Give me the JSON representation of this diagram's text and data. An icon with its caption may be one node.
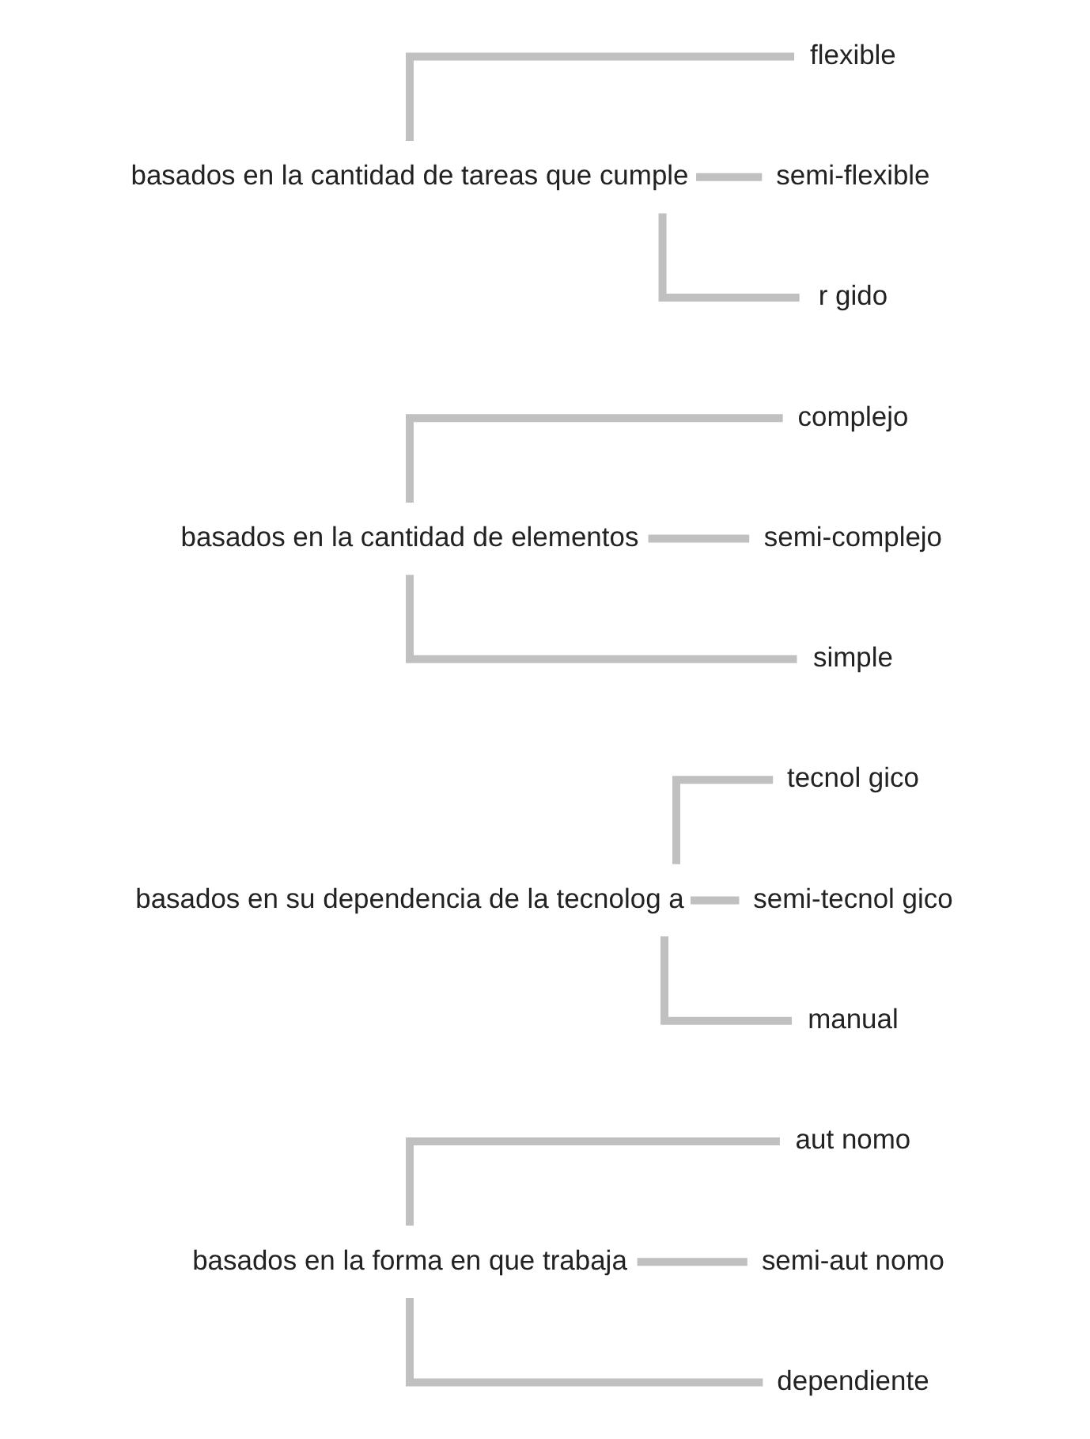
{
  "diagram": {
    "nodes": [
      {
        "text": [
          "basados en la forma en que trabaja"
        ]
      },
      {
        "text": [
          "aut nomo"
        ]
      },
      {
        "text": [
          "semi-aut nomo"
        ]
      },
      {
        "text": [
          "dependiente"
        ]
      },
      {
        "text": [
          "basados en su dependencia de la tecnolog a"
        ]
      },
      {
        "text": [
          "tecnol gico"
        ]
      },
      {
        "text": [
          "semi-tecnol gico"
        ]
      },
      {
        "text": [
          "manual"
        ]
      },
      {
        "text": [
          "basados en la cantidad de elementos"
        ]
      },
      {
        "text": [
          "complejo"
        ]
      },
      {
        "text": [
          "semi-complejo"
        ]
      },
      {
        "text": [
          "simple"
        ]
      },
      {
        "text": [
          "basados en la cantidad de tareas que cumple"
        ]
      },
      {
        "text": [
          "flexible"
        ]
      },
      {
        "text": [
          "semi-flexible"
        ]
      },
      {
        "text": [
          "r gido"
        ]
      }
    ],
    "edges": [
      {
        "from": 0,
        "to": 1,
        "arrow": "none"
      },
      {
        "from": 0,
        "to": 2,
        "arrow": "none"
      },
      {
        "from": 0,
        "to": 3,
        "arrow": "none"
      },
      {
        "from": 4,
        "to": 5,
        "arrow": "none"
      },
      {
        "from": 4,
        "to": 6,
        "arrow": "none"
      },
      {
        "from": 4,
        "to": 7,
        "arrow": "none"
      },
      {
        "from": 8,
        "to": 9,
        "arrow": "none"
      },
      {
        "from": 8,
        "to": 10,
        "arrow": "none"
      },
      {
        "from": 8,
        "to": 11,
        "arrow": "none"
      },
      {
        "from": 12,
        "to": 13,
        "arrow": "none"
      },
      {
        "from": 12,
        "to": 14,
        "arrow": "none"
      },
      {
        "from": 12,
        "to": 15,
        "arrow": "none"
      }
    ]
  }
}
